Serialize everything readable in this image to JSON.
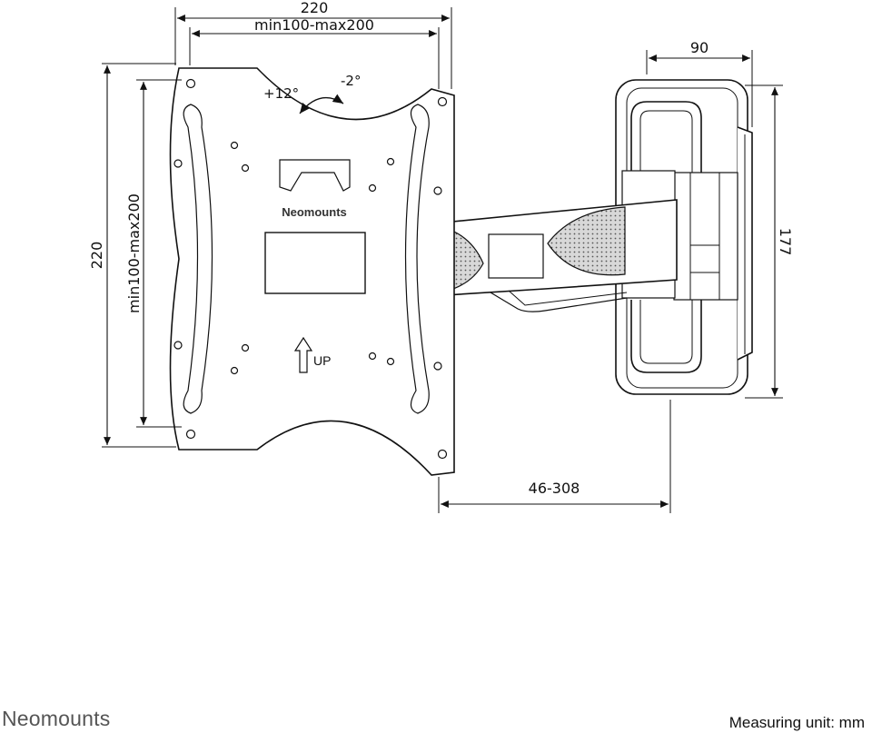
{
  "dimensions": {
    "plate_width": "220",
    "plate_width_vesa": "min100-max200",
    "plate_height": "220",
    "plate_height_vesa": "min100-max200",
    "wall_plate_width": "90",
    "wall_plate_height": "177",
    "arm_extension": "46-308",
    "tilt_up": "+12°",
    "tilt_down": "-2°"
  },
  "plate": {
    "brand_label": "Neomounts",
    "up_label": "UP"
  },
  "footer": {
    "brand": "Neomounts",
    "unit": "Measuring unit: mm"
  }
}
